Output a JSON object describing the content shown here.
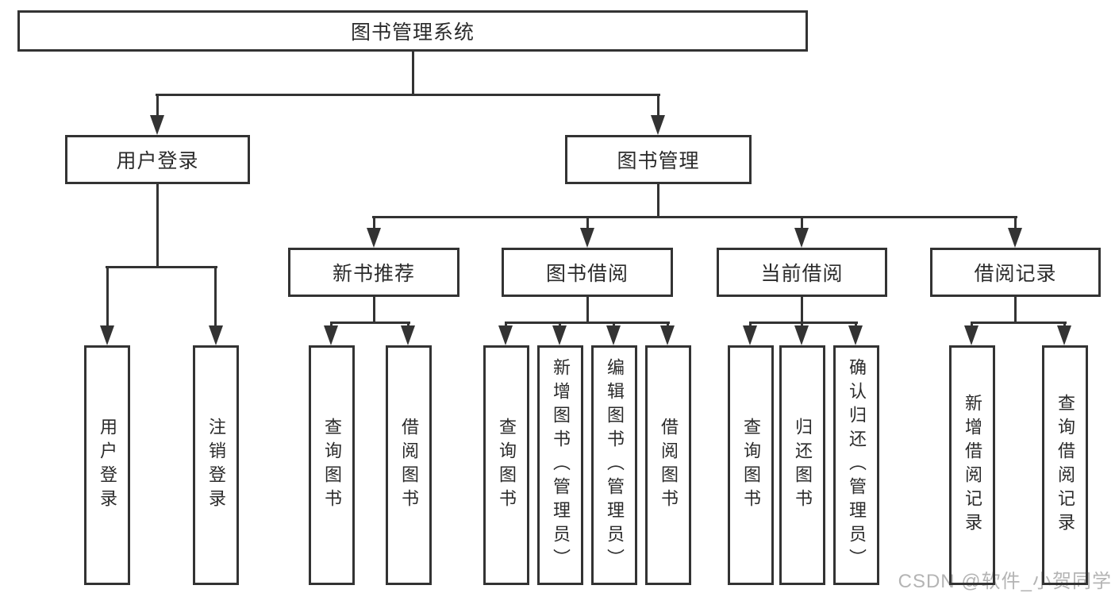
{
  "nodes": {
    "root": "图书管理系统",
    "user_login": "用户登录",
    "book_mgmt": "图书管理",
    "new_book": "新书推荐",
    "book_borrow": "图书借阅",
    "current_borrow": "当前借阅",
    "borrow_records": "借阅记录",
    "leaf_user_login": "用户登录",
    "leaf_logout": "注销登录",
    "leaf_nb_query": "查询图书",
    "leaf_nb_borrow": "借阅图书",
    "leaf_bb_query": "查询图书",
    "leaf_bb_add": "新增图书（管理员）",
    "leaf_bb_edit": "编辑图书（管理员）",
    "leaf_bb_borrow": "借阅图书",
    "leaf_cb_query": "查询图书",
    "leaf_cb_return": "归还图书",
    "leaf_cb_confirm": "确认归还（管理员）",
    "leaf_br_add": "新增借阅记录",
    "leaf_br_query": "查询借阅记录"
  },
  "watermark": {
    "text": "CSDN @软件_小贺同学"
  },
  "colors": {
    "line": "#333333",
    "border": "#333333",
    "text": "#2b2b2b",
    "background": "#ffffff",
    "watermark": "#b4b4b4"
  }
}
